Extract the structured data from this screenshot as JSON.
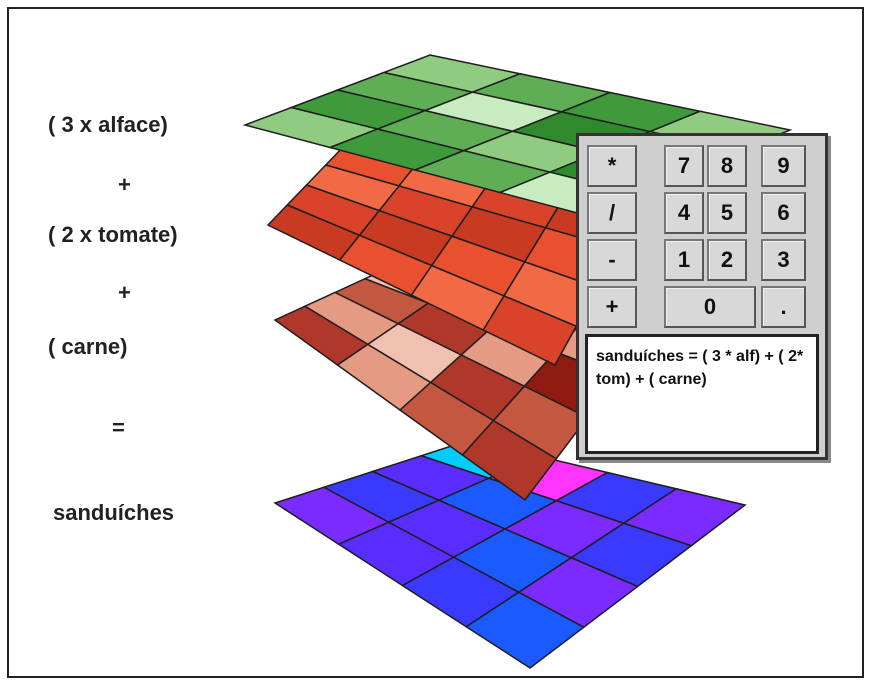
{
  "formula": {
    "term1": "( 3 x alface)",
    "plus1": "+",
    "term2": "( 2 x tomate)",
    "plus2": "+",
    "term3": "( carne)",
    "equals": "=",
    "result": "sanduíches"
  },
  "calculator": {
    "keys": {
      "mul": "*",
      "seven": "7",
      "eight": "8",
      "nine": "9",
      "div": "/",
      "four": "4",
      "five": "5",
      "six": "6",
      "minus": "-",
      "one": "1",
      "two": "2",
      "three": "3",
      "plus": "+",
      "zero": "0",
      "dot": "."
    },
    "display_text": "sanduíches = ( 3 * alf) + ( 2* tom) + ( carne)"
  },
  "colors": {
    "lettuce": [
      "#8fcc7f",
      "#5fae55",
      "#3e9a3a",
      "#c8ecc0",
      "#2f8a2e"
    ],
    "tomato": [
      "#e8502f",
      "#f26a45",
      "#d9432a",
      "#c83a22"
    ],
    "meat": [
      "#f0c0b0",
      "#8f1a10",
      "#c4573f",
      "#e49a83",
      "#b0382a"
    ],
    "sandwich": [
      "#ff33ff",
      "#3a3aff",
      "#5a2dff",
      "#1a5aff",
      "#7a2bff",
      "#00ccff"
    ]
  }
}
